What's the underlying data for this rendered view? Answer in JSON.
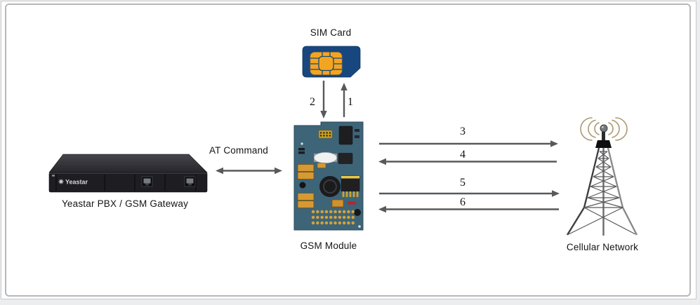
{
  "nodes": {
    "sim_card": {
      "label": "SIM Card"
    },
    "gsm_module": {
      "label": "GSM Module"
    },
    "pbx_gateway": {
      "label": "Yeastar PBX / GSM Gateway",
      "brand": "Yeastar"
    },
    "cellular_network": {
      "label": "Cellular Network"
    }
  },
  "connections": {
    "at_command": {
      "label": "AT Command",
      "type": "bidirectional"
    },
    "module_to_sim": {
      "number": "1",
      "direction": "up"
    },
    "sim_to_module": {
      "number": "2",
      "direction": "down"
    },
    "module_to_network_a": {
      "number": "3",
      "direction": "right"
    },
    "network_to_module_a": {
      "number": "4",
      "direction": "left"
    },
    "module_to_network_b": {
      "number": "5",
      "direction": "right"
    },
    "network_to_module_b": {
      "number": "6",
      "direction": "left"
    }
  },
  "colors": {
    "sim_card_body": "#17477e",
    "sim_chip_gold": "#f4a51f",
    "pcb_board": "#3e6478",
    "arrow_grey": "#58595b",
    "signal_wave_tan": "#ab9a71",
    "device_black": "#1d1d22",
    "frame_border": "#b7b7b7",
    "page_background": "#ebedee"
  }
}
